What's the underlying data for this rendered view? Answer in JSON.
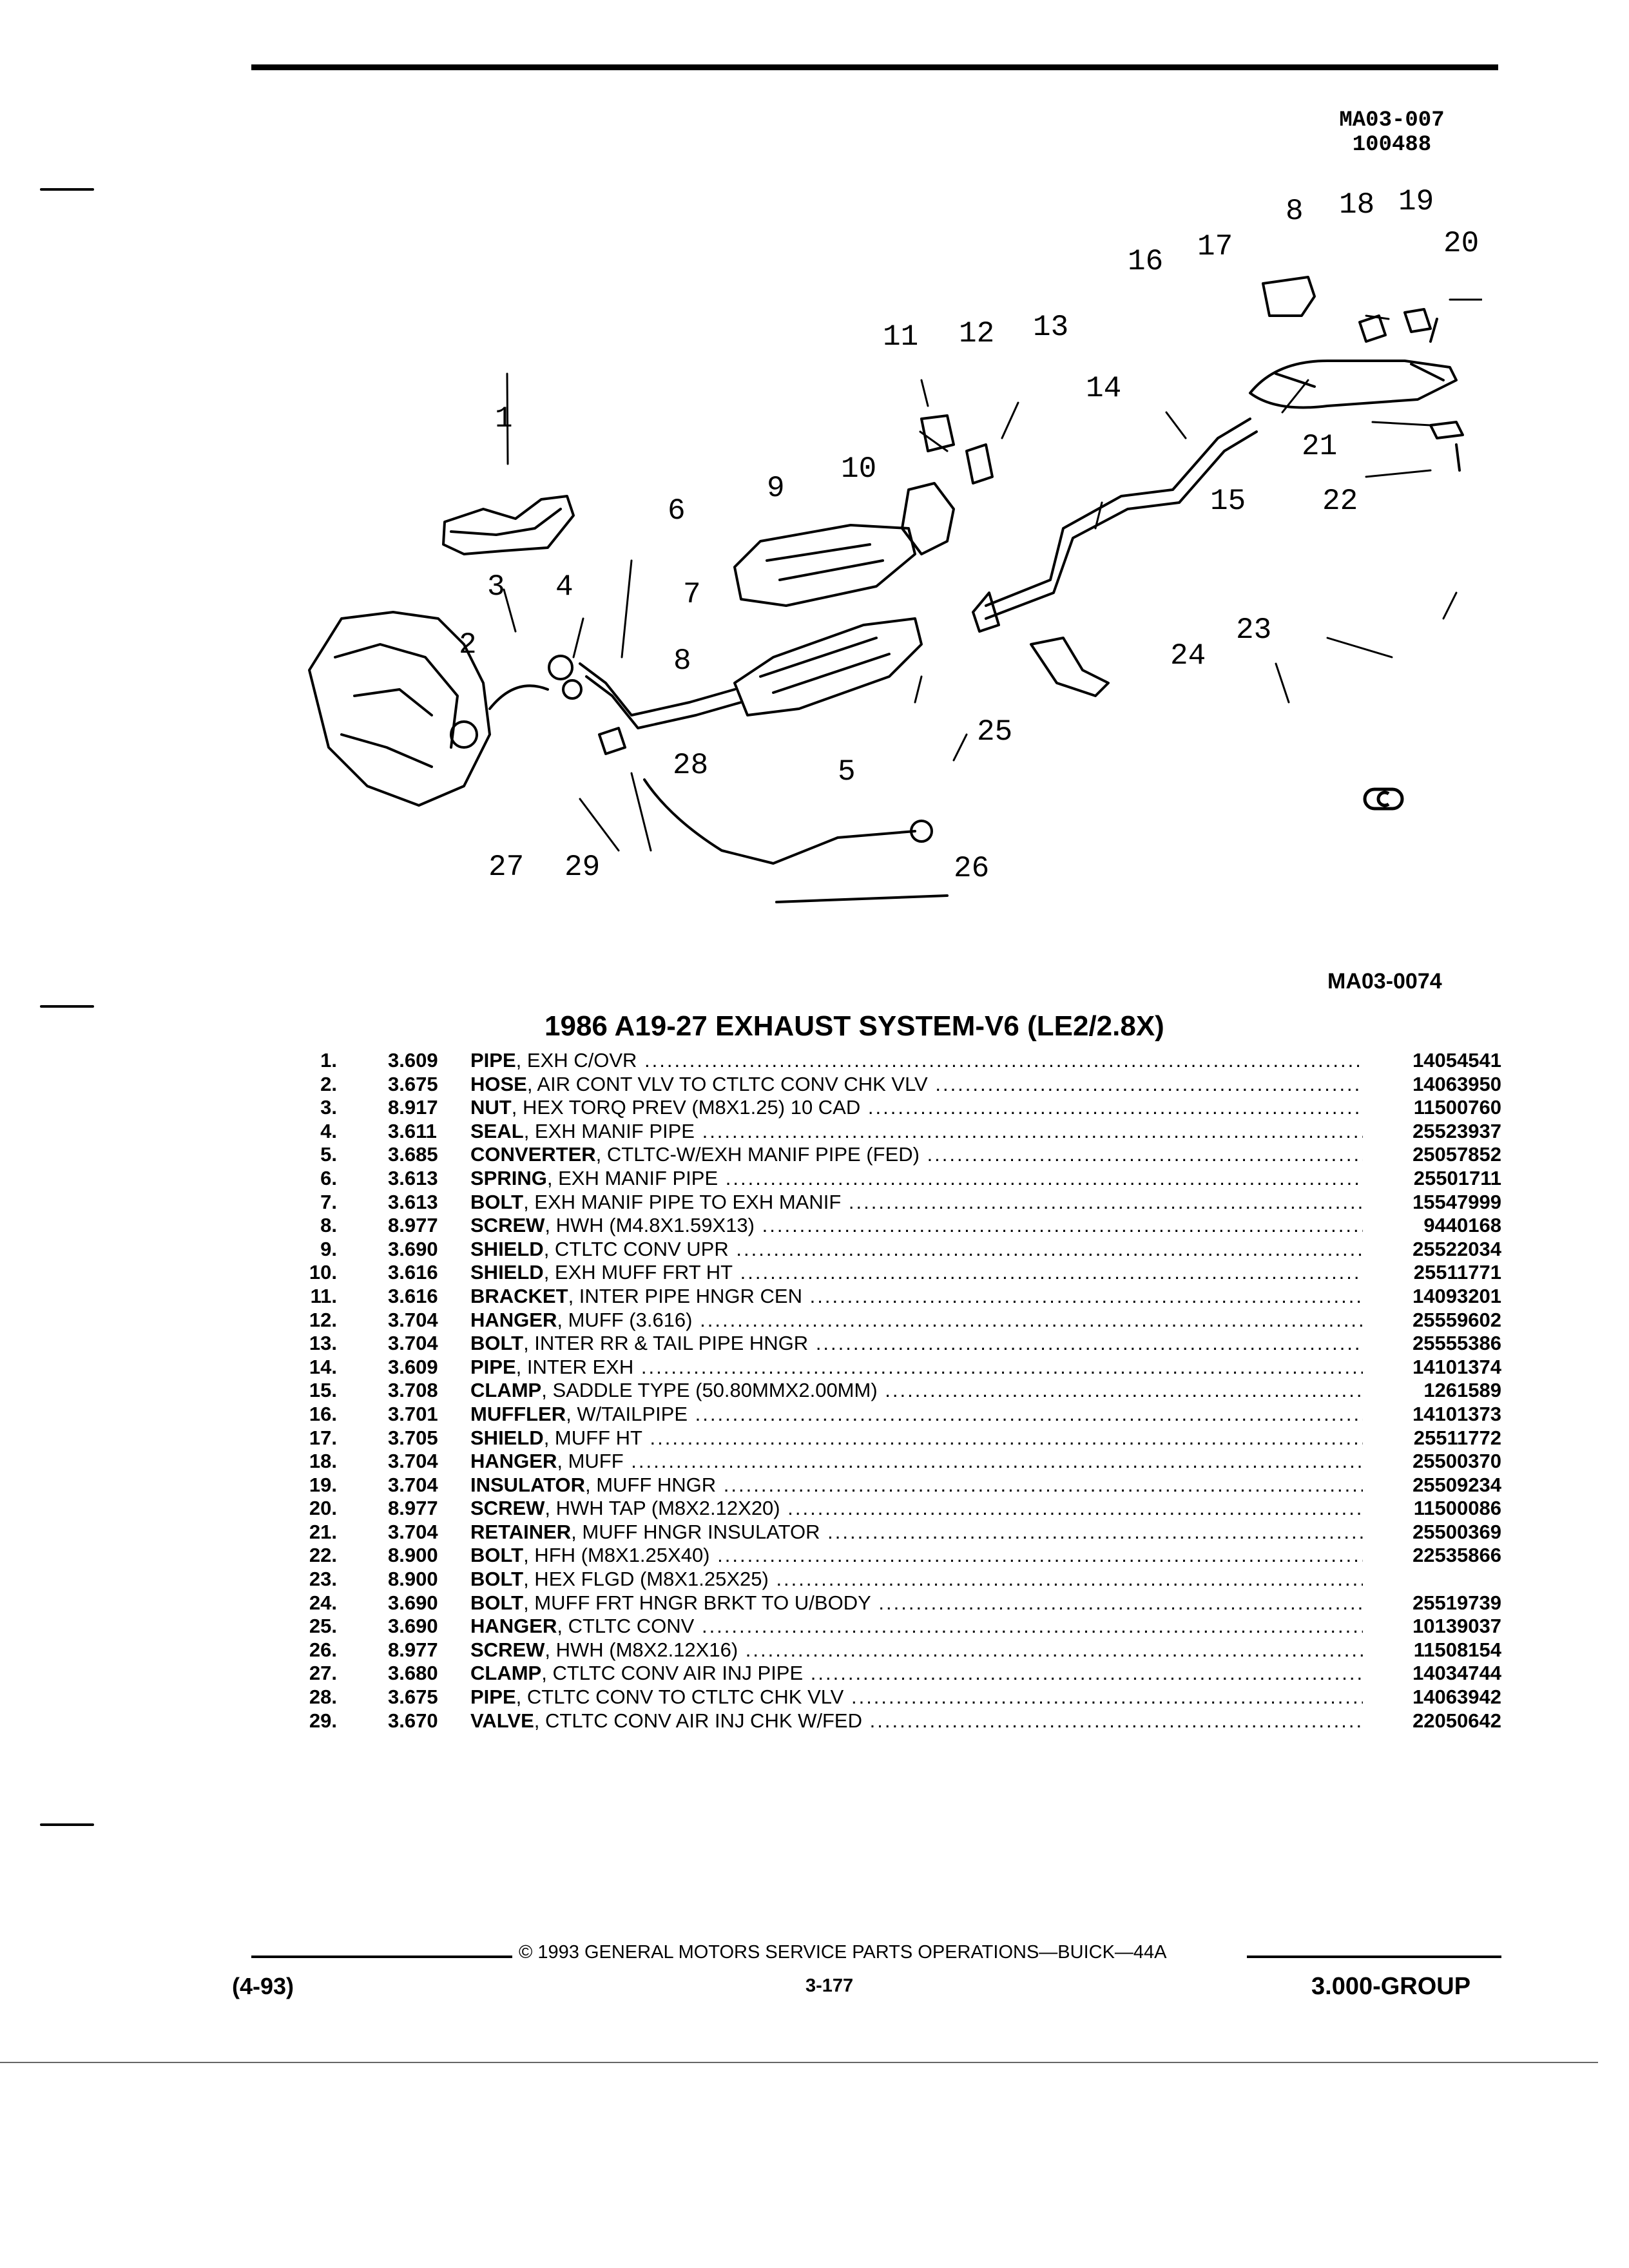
{
  "figure": {
    "code_line1": "MA03-007",
    "code_line2": "100488",
    "illustration_code": "MA03-0074"
  },
  "title": "1986 A19-27 EXHAUST SYSTEM-V6 (LE2/2.8X)",
  "parts": [
    {
      "no": "1.",
      "group": "3.609",
      "name": "PIPE",
      "spec": ", EXH C/OVR",
      "part_number": "14054541"
    },
    {
      "no": "2.",
      "group": "3.675",
      "name": "HOSE",
      "spec": ", AIR CONT VLV TO CTLTC CONV CHK VLV",
      "part_number": "14063950"
    },
    {
      "no": "3.",
      "group": "8.917",
      "name": "NUT",
      "spec": ", HEX TORQ PREV (M8X1.25) 10 CAD",
      "part_number": "11500760"
    },
    {
      "no": "4.",
      "group": "3.611",
      "name": "SEAL",
      "spec": ", EXH MANIF PIPE",
      "part_number": "25523937"
    },
    {
      "no": "5.",
      "group": "3.685",
      "name": "CONVERTER",
      "spec": ", CTLTC-W/EXH MANIF PIPE (FED)",
      "part_number": "25057852"
    },
    {
      "no": "6.",
      "group": "3.613",
      "name": "SPRING",
      "spec": ", EXH MANIF PIPE",
      "part_number": "25501711"
    },
    {
      "no": "7.",
      "group": "3.613",
      "name": "BOLT",
      "spec": ", EXH MANIF PIPE TO EXH MANIF",
      "part_number": "15547999"
    },
    {
      "no": "8.",
      "group": "8.977",
      "name": "SCREW",
      "spec": ", HWH (M4.8X1.59X13)",
      "part_number": "9440168"
    },
    {
      "no": "9.",
      "group": "3.690",
      "name": "SHIELD",
      "spec": ", CTLTC CONV UPR",
      "part_number": "25522034"
    },
    {
      "no": "10.",
      "group": "3.616",
      "name": "SHIELD",
      "spec": ", EXH MUFF FRT HT",
      "part_number": "25511771"
    },
    {
      "no": "11.",
      "group": "3.616",
      "name": "BRACKET",
      "spec": ", INTER PIPE HNGR CEN",
      "part_number": "14093201"
    },
    {
      "no": "12.",
      "group": "3.704",
      "name": "HANGER",
      "spec": ", MUFF (3.616)",
      "part_number": "25559602"
    },
    {
      "no": "13.",
      "group": "3.704",
      "name": "BOLT",
      "spec": ", INTER RR & TAIL PIPE HNGR",
      "part_number": "25555386"
    },
    {
      "no": "14.",
      "group": "3.609",
      "name": "PIPE",
      "spec": ", INTER EXH",
      "part_number": "14101374"
    },
    {
      "no": "15.",
      "group": "3.708",
      "name": "CLAMP",
      "spec": ", SADDLE TYPE (50.80MMX2.00MM)",
      "part_number": "1261589"
    },
    {
      "no": "16.",
      "group": "3.701",
      "name": "MUFFLER",
      "spec": ", W/TAILPIPE",
      "part_number": "14101373"
    },
    {
      "no": "17.",
      "group": "3.705",
      "name": "SHIELD",
      "spec": ", MUFF HT",
      "part_number": "25511772"
    },
    {
      "no": "18.",
      "group": "3.704",
      "name": "HANGER",
      "spec": ", MUFF",
      "part_number": "25500370"
    },
    {
      "no": "19.",
      "group": "3.704",
      "name": "INSULATOR",
      "spec": ", MUFF HNGR",
      "part_number": "25509234"
    },
    {
      "no": "20.",
      "group": "8.977",
      "name": "SCREW",
      "spec": ", HWH TAP (M8X2.12X20)",
      "part_number": "11500086"
    },
    {
      "no": "21.",
      "group": "3.704",
      "name": "RETAINER",
      "spec": ", MUFF HNGR INSULATOR",
      "part_number": "25500369"
    },
    {
      "no": "22.",
      "group": "8.900",
      "name": "BOLT",
      "spec": ", HFH (M8X1.25X40)",
      "part_number": "22535866"
    },
    {
      "no": "23.",
      "group": "8.900",
      "name": "BOLT",
      "spec": ", HEX FLGD (M8X1.25X25)",
      "part_number": ""
    },
    {
      "no": "24.",
      "group": "3.690",
      "name": "BOLT",
      "spec": ", MUFF FRT HNGR BRKT TO U/BODY",
      "part_number": "25519739"
    },
    {
      "no": "25.",
      "group": "3.690",
      "name": "HANGER",
      "spec": ", CTLTC CONV",
      "part_number": "10139037"
    },
    {
      "no": "26.",
      "group": "8.977",
      "name": "SCREW",
      "spec": ", HWH (M8X2.12X16)",
      "part_number": "11508154"
    },
    {
      "no": "27.",
      "group": "3.680",
      "name": "CLAMP",
      "spec": ", CTLTC CONV AIR INJ PIPE",
      "part_number": "14034744"
    },
    {
      "no": "28.",
      "group": "3.675",
      "name": "PIPE",
      "spec": ", CTLTC CONV TO CTLTC CHK VLV",
      "part_number": "14063942"
    },
    {
      "no": "29.",
      "group": "3.670",
      "name": "VALVE",
      "spec": ", CTLTC CONV AIR INJ CHK W/FED",
      "part_number": "22050642"
    }
  ],
  "callouts": [
    "1",
    "2",
    "3",
    "4",
    "5",
    "6",
    "7",
    "8",
    "9",
    "10",
    "11",
    "12",
    "13",
    "14",
    "15",
    "16",
    "17",
    "8",
    "18",
    "19",
    "20",
    "21",
    "22",
    "23",
    "24",
    "25",
    "26",
    "27",
    "28",
    "29"
  ],
  "footer": {
    "copyright": "© 1993 GENERAL MOTORS SERVICE PARTS OPERATIONS—BUICK—44A",
    "left": "(4-93)",
    "page": "3-177",
    "group": "3.000-GROUP"
  }
}
